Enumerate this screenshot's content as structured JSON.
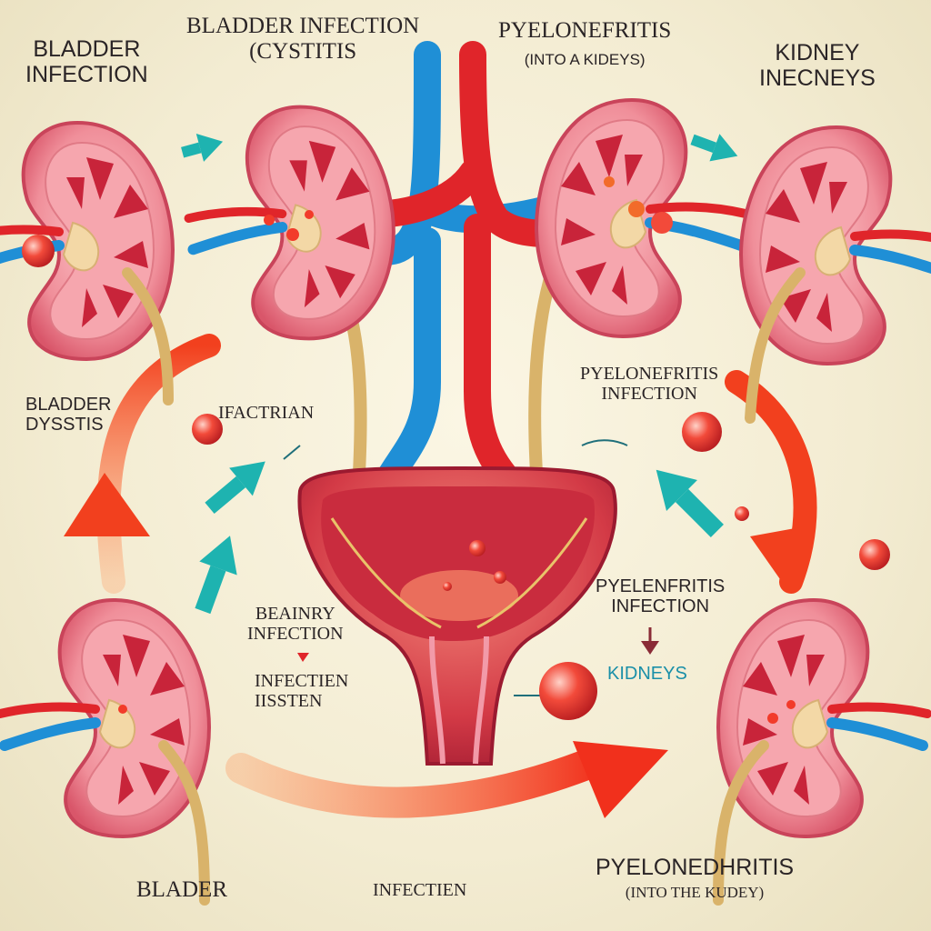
{
  "labels": {
    "top_left": [
      "BLADDER",
      "INFECTION"
    ],
    "top_center_left": [
      "BLADDER INFECTION",
      "(CYSTITIS"
    ],
    "top_center_right_title": "PYELONEFRITIS",
    "top_center_right_sub": "(INTO A KIDEYS)",
    "top_right": [
      "KIDNEY",
      "INECNEYS"
    ],
    "mid_left": [
      "BLADDER",
      "DYSSTIS"
    ],
    "mid_bacteria": "IFACTRIAN",
    "mid_right_infection": [
      "PYELONEFRITIS",
      "INFECTION"
    ],
    "lower_left_center": [
      "BEAINRY",
      "INFECTION"
    ],
    "lower_left_system": [
      "INFECTIEN",
      "IISSTEN"
    ],
    "lower_right_infection": [
      "PYELENFRITIS",
      "INFECTION"
    ],
    "kidneys": "KIDNEYS",
    "bottom_left": "BLADER",
    "bottom_center": "INFECTIEN",
    "bottom_right_title": "PYELONEDHRITIS",
    "bottom_right_sub": "(INTO THE KUDEY)"
  },
  "colors": {
    "background": "#f3ecd2",
    "kidney": "#ef7f8c",
    "kidney_inner": "#f6a6ae",
    "pyramid": "#c8243a",
    "artery": "#e0252a",
    "vein": "#1f8fd6",
    "ureter": "#d9b36a",
    "arrow_red": "#f2401e",
    "arrow_teal": "#1eb3b0",
    "bladder": "#d43a48",
    "bacteria": "#ef3b3b",
    "kidneys_label": "#1a8fa8"
  }
}
